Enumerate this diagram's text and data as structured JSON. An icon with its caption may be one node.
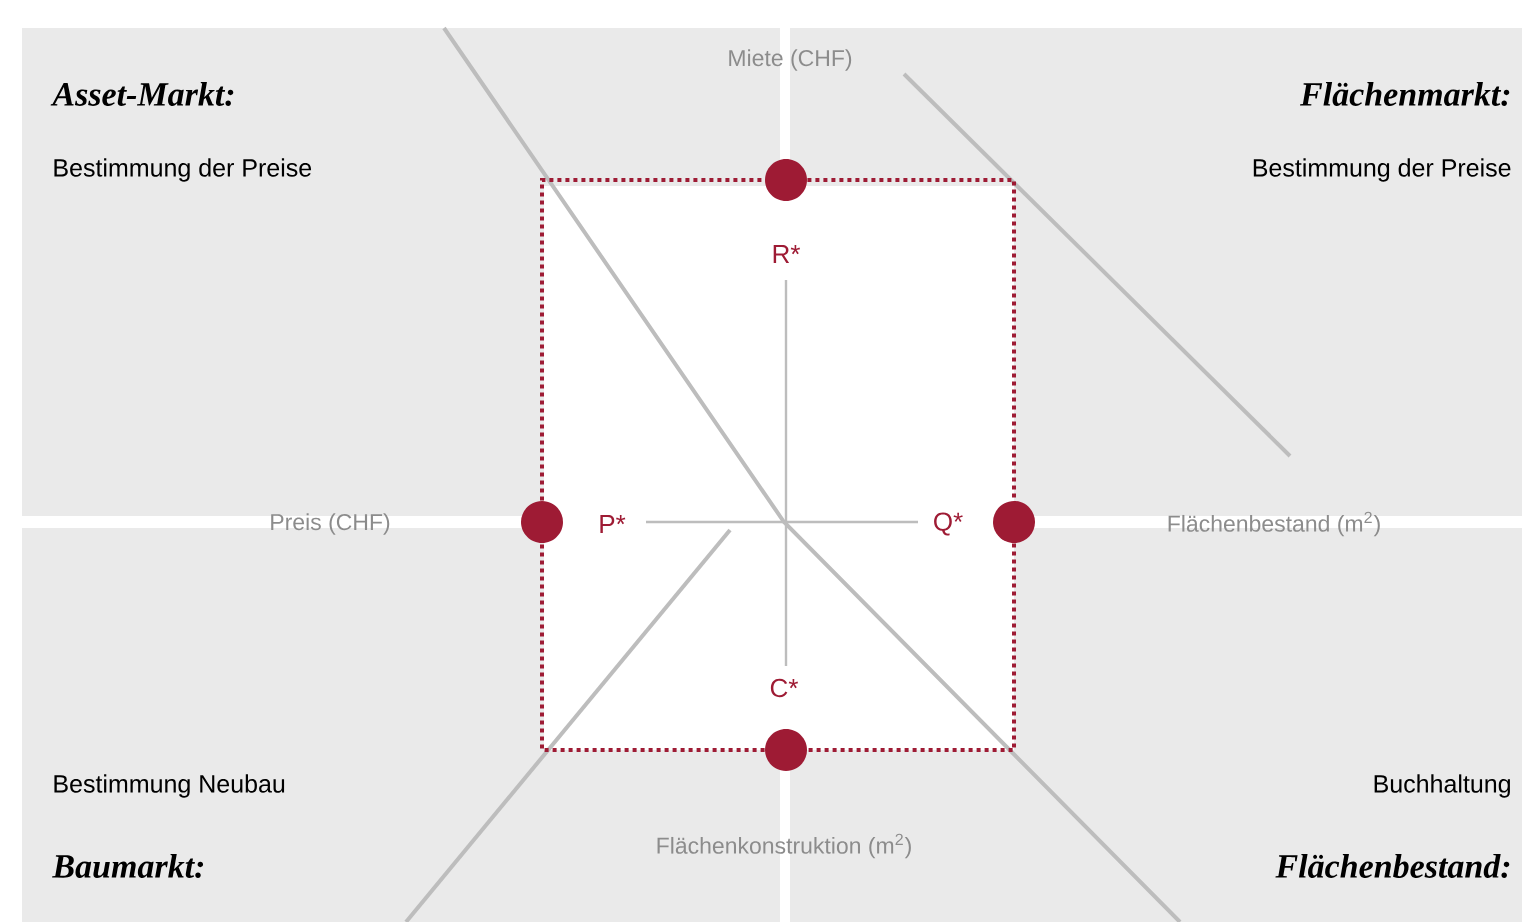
{
  "diagram": {
    "nodes": [
      {
        "text": [],
        "shape": "circle"
      },
      {
        "text": [],
        "shape": "circle"
      },
      {
        "text": [],
        "shape": "circle"
      },
      {
        "text": [],
        "shape": "circle"
      }
    ],
    "edges": [
      {
        "from": 0,
        "to": 2,
        "arrow": "none",
        "style": "dashed"
      },
      {
        "from": 2,
        "to": 3,
        "arrow": "none",
        "style": "dashed"
      },
      {
        "from": 3,
        "to": 1,
        "arrow": "none",
        "style": "dashed"
      },
      {
        "from": 1,
        "to": 0,
        "arrow": "none",
        "style": "dashed"
      }
    ],
    "labels": [
      "Miete (CHF)",
      "Asset-Markt:",
      "Flächenmarkt:",
      "Bestimmung der Preise",
      "Bestimmung der Preise",
      "R*",
      "Preis (CHF)",
      "P*",
      "Q*",
      "Flächenbestand (m$^{2}$)",
      "C*",
      "Bestimmung Neubau",
      "Buchhaltung",
      "Flächenkonstruktion (m$^{2}$)",
      "Baumarkt:",
      "Flächenbestand:"
    ]
  }
}
